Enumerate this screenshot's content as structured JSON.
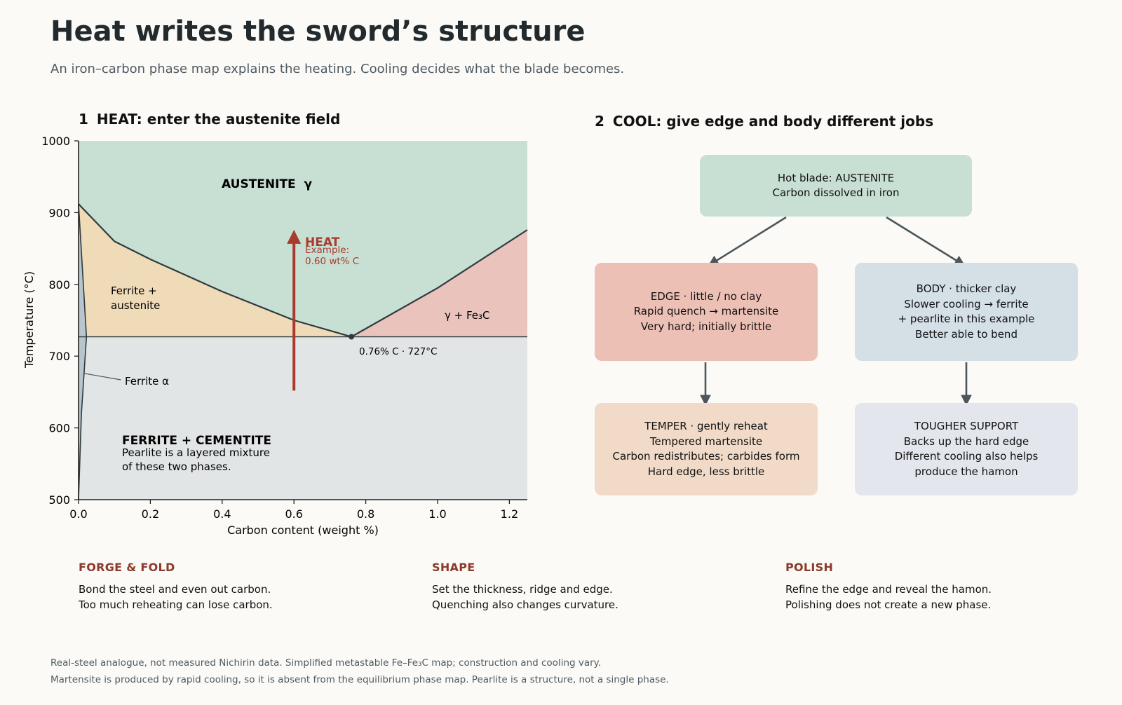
{
  "title": "Heat writes the sword’s structure",
  "subtitle": "An iron–carbon phase map explains the heating. Cooling decides what the blade becomes.",
  "section1": {
    "number": "1",
    "title": "HEAT: enter the austenite field"
  },
  "section2": {
    "number": "2",
    "title": "COOL: give edge and body different jobs"
  },
  "chart_data": {
    "type": "phase-diagram",
    "xlabel": "Carbon content (weight %)",
    "ylabel": "Temperature (°C)",
    "xlim": [
      0,
      1.25
    ],
    "ylim": [
      500,
      1000
    ],
    "x_ticks": [
      "0.0",
      "0.2",
      "0.4",
      "0.6",
      "0.8",
      "1.0",
      "1.2"
    ],
    "y_ticks": [
      "500",
      "600",
      "700",
      "800",
      "900",
      "1000"
    ],
    "eutectoid_temperature": 727,
    "eutectoid_carbon": 0.76,
    "eutectoid_label": "0.76% C · 727°C",
    "a3_line": [
      [
        0,
        912
      ],
      [
        0.1,
        860
      ],
      [
        0.2,
        835
      ],
      [
        0.4,
        790
      ],
      [
        0.6,
        750
      ],
      [
        0.76,
        727
      ]
    ],
    "acm_line": [
      [
        0.76,
        727
      ],
      [
        1.0,
        795
      ],
      [
        1.25,
        876
      ]
    ],
    "ferrite_solvus": [
      [
        0,
        912
      ],
      [
        0.022,
        727
      ],
      [
        0.008,
        620
      ],
      [
        0.0,
        500
      ]
    ],
    "regions": {
      "austenite": {
        "label": "AUSTENITE  γ",
        "color": "#c8dfd4"
      },
      "ferrite_austenite": {
        "label_line1": "Ferrite +",
        "label_line2": "austenite",
        "color": "#efdbb7"
      },
      "gamma_cementite": {
        "label": "γ + Fe₃C",
        "color": "#eac4bc"
      },
      "ferrite_cementite": {
        "label": "FERRITE + CEMENTITE",
        "note_line1": "Pearlite is a layered mixture",
        "note_line2": "of these two phases.",
        "color": "#e2e5e5"
      },
      "ferrite": {
        "label": "Ferrite α",
        "color": "#b9c5cc"
      }
    },
    "heat_arrow": {
      "carbon": 0.6,
      "from_temp": 652,
      "to_temp": 878,
      "label": "HEAT",
      "note_line1": "Example:",
      "note_line2": "0.60 wt% C",
      "color": "#a83b2e"
    }
  },
  "flow": {
    "hot": {
      "line1": "Hot blade: AUSTENITE",
      "line2": "Carbon dissolved in iron",
      "color": "#c8dfd4"
    },
    "edge": {
      "lines": [
        "EDGE · little / no clay",
        "Rapid quench → martensite",
        "Very hard; initially brittle"
      ],
      "color": "#edc0b5"
    },
    "body": {
      "lines": [
        "BODY · thicker clay",
        "Slower cooling → ferrite",
        "+ pearlite in this example",
        "Better able to bend"
      ],
      "color": "#d4dfe6"
    },
    "temper": {
      "lines": [
        "TEMPER · gently reheat",
        "Tempered martensite",
        "Carbon redistributes; carbides form",
        "Hard edge, less brittle"
      ],
      "color": "#f1dbc8"
    },
    "support": {
      "lines": [
        "TOUGHER SUPPORT",
        "Backs up the hard edge",
        "Different cooling also helps",
        "produce the hamon"
      ],
      "color": "#e3e7ed"
    }
  },
  "steps": [
    {
      "head": "FORGE & FOLD",
      "line1": "Bond the steel and even out carbon.",
      "line2": "Too much reheating can lose carbon."
    },
    {
      "head": "SHAPE",
      "line1": "Set the thickness, ridge and edge.",
      "line2": "Quenching also changes curvature."
    },
    {
      "head": "POLISH",
      "line1": "Refine the edge and reveal the hamon.",
      "line2": "Polishing does not create a new phase."
    }
  ],
  "footnotes": [
    "Real-steel analogue, not measured Nichirin data. Simplified metastable Fe–Fe₃C map; construction and cooling vary.",
    "Martensite is produced by rapid cooling, so it is absent from the equilibrium phase map. Pearlite is a structure, not a single phase."
  ]
}
